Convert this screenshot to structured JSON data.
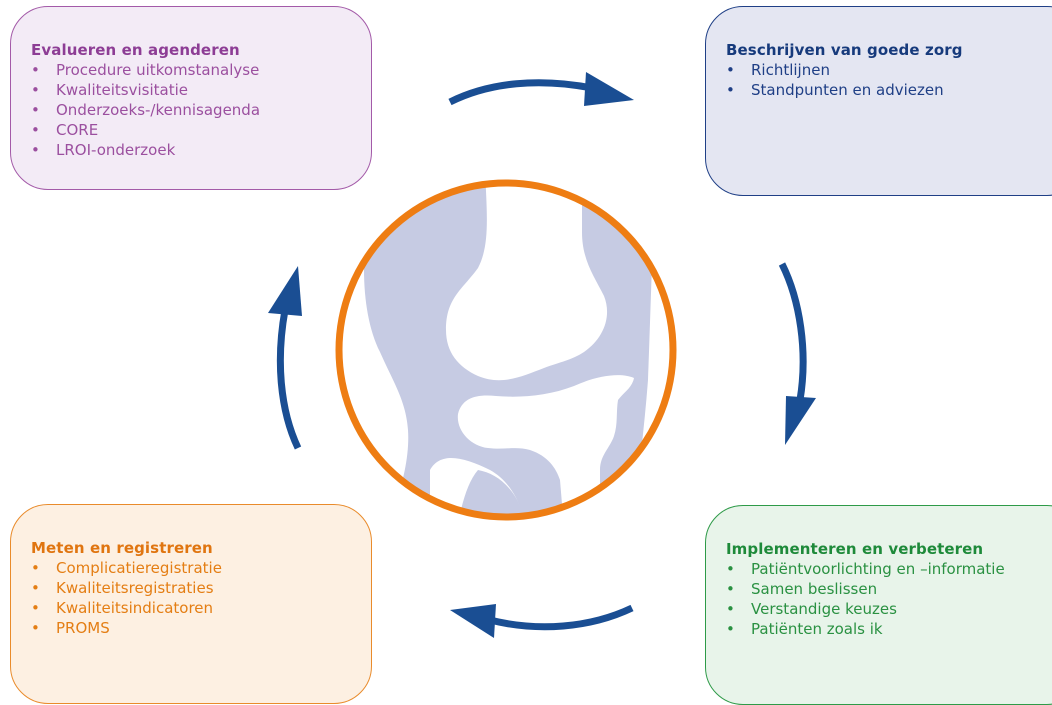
{
  "colors": {
    "circle": "#ee7d13",
    "arrows": "#1a4e93",
    "bone": "#c6cbe3",
    "purple": "#9b4f9f",
    "blue": "#1f3f86",
    "orange": "#e47e14",
    "green": "#2a9142"
  },
  "top_left": {
    "title": "Evalueren en agenderen",
    "items": [
      "Procedure uitkomstanalyse",
      "Kwaliteitsvisitatie",
      "Onderzoeks-/kennisagenda",
      "CORE",
      "LROI-onderzoek"
    ]
  },
  "top_right": {
    "title": "Beschrijven van goede zorg",
    "items": [
      "Richtlijnen",
      "Standpunten en adviezen"
    ]
  },
  "bottom_left": {
    "title": "Meten en registreren",
    "items": [
      "Complicatieregistratie",
      "Kwaliteitsregistraties",
      "Kwaliteitsindicatoren",
      "PROMS"
    ]
  },
  "bottom_right": {
    "title": "Implementeren en verbeteren",
    "items": [
      "Patiëntvoorlichting en –informatie",
      "Samen beslissen",
      "Verstandige keuzes",
      "Patiënten zoals ik"
    ]
  },
  "icons": {
    "center": "knee-joint-icon",
    "cycle_arrows": "cycle-arrow-icon"
  }
}
